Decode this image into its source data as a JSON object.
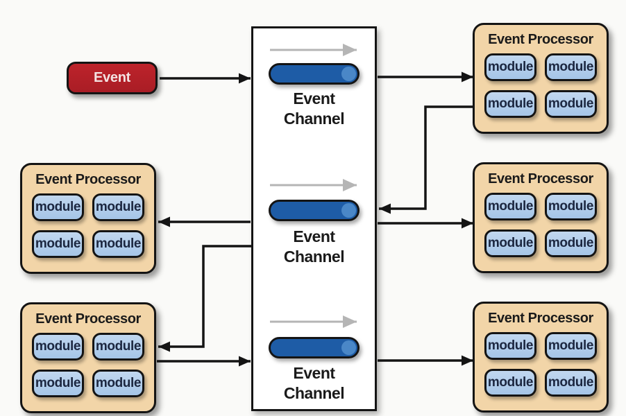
{
  "diagram_type": "event-driven-architecture-broker-topology",
  "event": {
    "label": "Event"
  },
  "channels": [
    {
      "label": "Event\nChannel"
    },
    {
      "label": "Event\nChannel"
    },
    {
      "label": "Event\nChannel"
    }
  ],
  "processors": [
    {
      "position": "top-right",
      "title": "Event Processor",
      "modules": [
        "module",
        "module",
        "module",
        "module"
      ]
    },
    {
      "position": "middle-right",
      "title": "Event Processor",
      "modules": [
        "module",
        "module",
        "module",
        "module"
      ]
    },
    {
      "position": "bottom-right",
      "title": "Event Processor",
      "modules": [
        "module",
        "module",
        "module",
        "module"
      ]
    },
    {
      "position": "middle-left",
      "title": "Event Processor",
      "modules": [
        "module",
        "module",
        "module",
        "module"
      ]
    },
    {
      "position": "bottom-left",
      "title": "Event Processor",
      "modules": [
        "module",
        "module",
        "module",
        "module"
      ]
    }
  ],
  "colors": {
    "page_bg": "#fafaf8",
    "channel_box_bg": "#ffffff",
    "event_red": "#a91d25",
    "event_red_light": "#bd232b",
    "processor_tan": "#f2d5a8",
    "module_blue": "#a5c5e7",
    "module_blue_light": "#c1d7ef",
    "module_text": "#1c2740",
    "channel_blue": "#1e5ca6",
    "channel_blue_light": "#4a87c7",
    "gray_arrow": "#b5b5b5",
    "connector_black": "#141414",
    "text_dark": "#1a1a1a"
  }
}
